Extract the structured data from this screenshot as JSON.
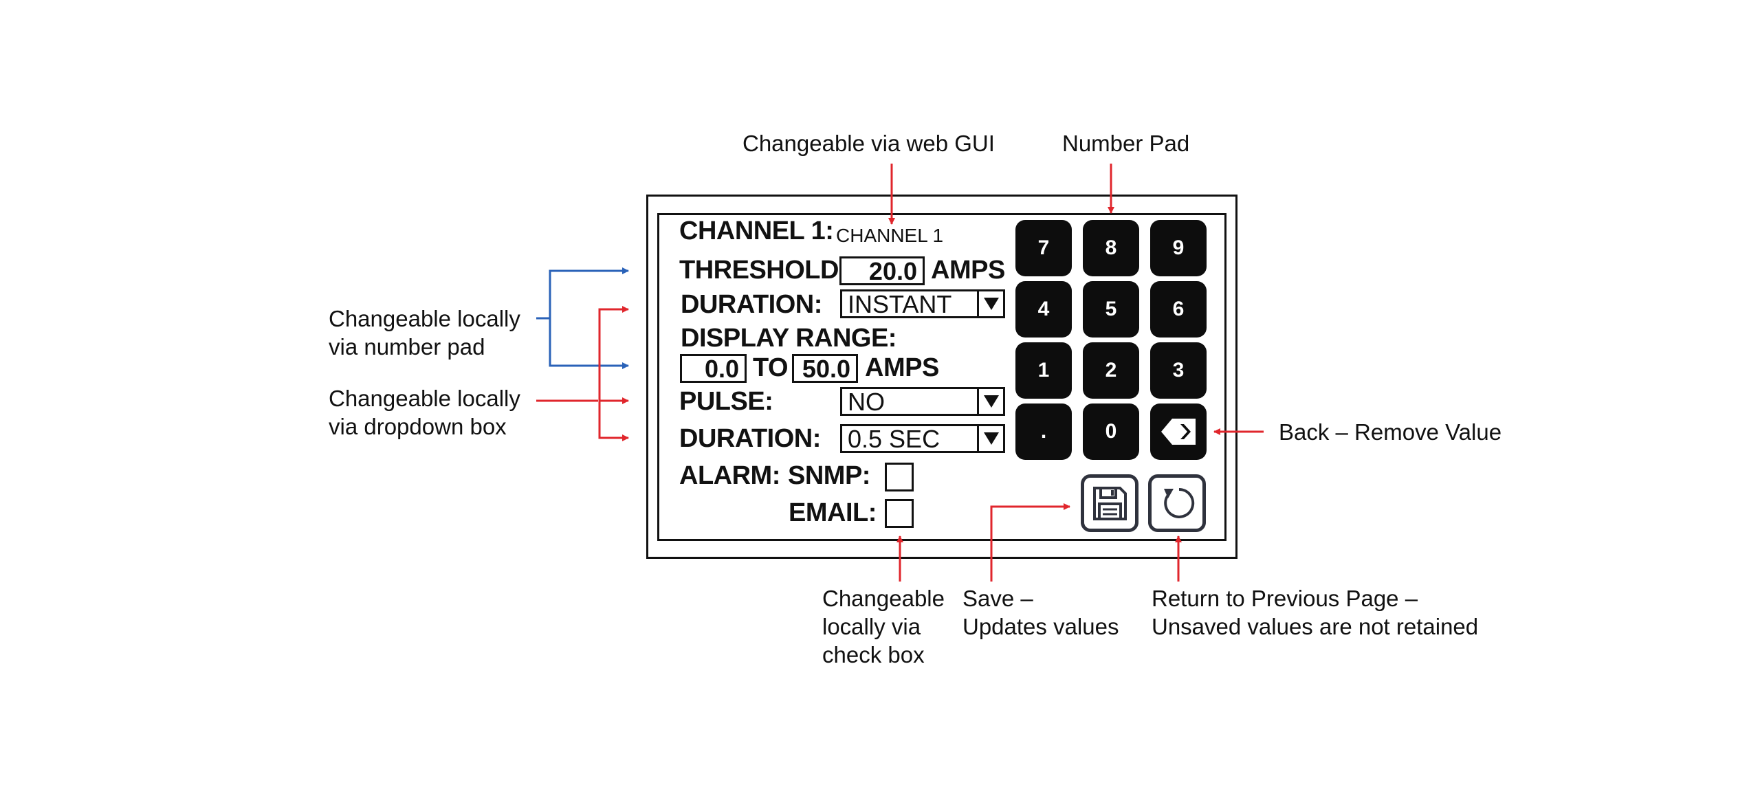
{
  "panel": {
    "channel_label": "CHANNEL 1:",
    "channel_name": "CHANNEL 1",
    "threshold_label": "THRESHOLD:",
    "threshold_value": "20.0",
    "threshold_unit": "AMPS",
    "duration_label": "DURATION:",
    "duration_value": "INSTANT",
    "display_range_label": "DISPLAY RANGE:",
    "range_min": "0.0",
    "range_to": "TO",
    "range_max": "50.0",
    "range_unit": "AMPS",
    "pulse_label": "PULSE:",
    "pulse_value": "NO",
    "pulse_duration_label": "DURATION:",
    "pulse_duration_value": "0.5 SEC",
    "alarm_label": "ALARM:",
    "snmp_label": "SNMP:",
    "email_label": "EMAIL:",
    "snmp_checked": false,
    "email_checked": false
  },
  "keypad": {
    "keys": [
      "7",
      "8",
      "9",
      "4",
      "5",
      "6",
      "1",
      "2",
      "3",
      ".",
      "0"
    ],
    "backspace_icon": "backspace-icon",
    "save_icon": "floppy-disk-icon",
    "return_icon": "return-arrow-icon"
  },
  "annotations": {
    "web_gui": "Changeable via web GUI",
    "number_pad": "Number Pad",
    "local_number_pad_1": "Changeable locally",
    "local_number_pad_2": "via number pad",
    "local_dropdown_1": "Changeable locally",
    "local_dropdown_2": "via dropdown box",
    "back": "Back – Remove Value",
    "checkbox_1": "Changeable",
    "checkbox_2": "locally via",
    "checkbox_3": "check box",
    "save_1": "Save –",
    "save_2": "Updates values",
    "return_1": "Return to Previous Page –",
    "return_2": "Unsaved values are not retained"
  },
  "colors": {
    "red_arrow": "#e0262c",
    "blue_arrow": "#2a62b8",
    "key_fill": "#0d0d0d",
    "icon_border": "#2f323d"
  }
}
